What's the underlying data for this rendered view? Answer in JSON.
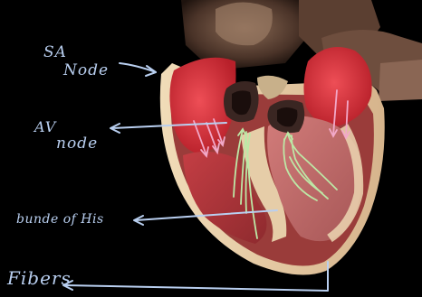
{
  "annotations": {
    "sa_node_line1": "SA",
    "sa_node_line2": "Node",
    "av_node_line1": "AV",
    "av_node_line2": "node",
    "bundle_of_his": "bunde of His",
    "fibers": "Fibers"
  },
  "colors": {
    "background": "#000000",
    "annotation_ink": "#b9cff0",
    "atrium_red": "#d8323c",
    "ventricle_wall": "#b83a3e",
    "pericardium": "#e6cda8",
    "signal_pink": "#f2a8c8",
    "signal_green": "#bde8a6"
  }
}
